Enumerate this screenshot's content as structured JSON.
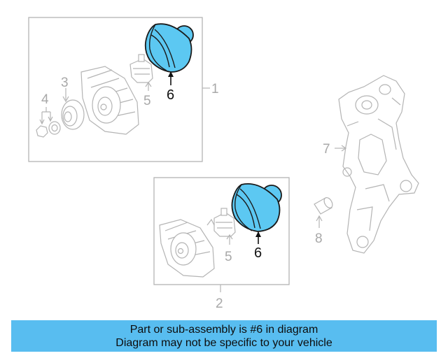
{
  "callouts": {
    "assembly_1": "1",
    "assembly_2": "2",
    "pulley": "3",
    "nut": "4",
    "regulator_top": "5",
    "regulator_bottom": "5",
    "cover_top": "6",
    "cover_bottom": "6",
    "bracket": "7",
    "sleeve": "8"
  },
  "colors": {
    "highlight_part": "#5cc8f2",
    "banner_background": "#58bdf0",
    "line_art": "#b4b4b4"
  },
  "banner": {
    "line1": "Part or sub-assembly is #6 in diagram",
    "line2": "Diagram may not be specific to your vehicle"
  }
}
